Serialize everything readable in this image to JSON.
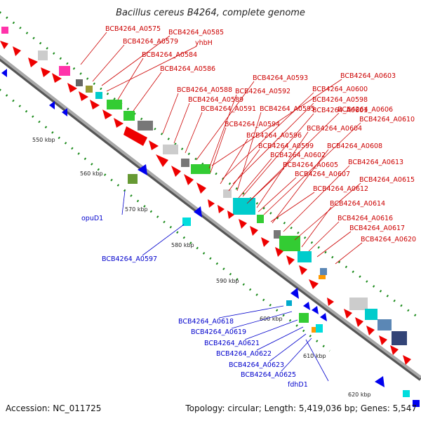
{
  "title": "Bacillus cereus B4264, complete genome",
  "footer": {
    "accession": "Accession: NC_011725",
    "topology": "Topology: circular; Length: 5,419,036 bp; Genes: 5,547"
  },
  "colors": {
    "backbone": "#8c8c8c",
    "plus_label": "#cc0000",
    "minus_label": "#0000cc",
    "tick_dots": "#1a8a1a"
  },
  "ticks": [
    {
      "label": "550 kbp"
    },
    {
      "label": "560 kbp"
    },
    {
      "label": "570 kbp"
    },
    {
      "label": "580 kbp"
    },
    {
      "label": "590 kbp"
    },
    {
      "label": "600 kbp"
    },
    {
      "label": "610 kbp"
    },
    {
      "label": "620 kbp"
    }
  ],
  "gene_labels_plus": [
    "BCB4264_A0575",
    "BCB4264_A0585",
    "BCB4264_A0579",
    "yhbH",
    "BCB4264_A0584",
    "BCB4264_A0586",
    "BCB4264_A0593",
    "BCB4264_A0603",
    "BCB4264_A0588",
    "BCB4264_A0592",
    "BCB4264_A0600",
    "BCB4264_A0589",
    "BCB4264_A0598",
    "BCB4264_A0591",
    "BCB4264_A0595",
    "BCB4264_A0601",
    "BCB4264_A0606",
    "BCB4264_A0594",
    "BCB4264_A0604",
    "BCB4264_A0610",
    "BCB4264_A0596",
    "BCB4264_A0599",
    "BCB4264_A0608",
    "BCB4264_A0602",
    "BCB4264_A0605",
    "BCB4264_A0613",
    "BCB4264_A0607",
    "BCB4264_A0615",
    "BCB4264_A0612",
    "BCB4264_A0614",
    "BCB4264_A0616",
    "BCB4264_A0617",
    "BCB4264_A0620"
  ],
  "gene_labels_minus": [
    "opuD1",
    "BCB4264_A0597",
    "BCB4264_A0618",
    "BCB4264_A0619",
    "BCB4264_A0621",
    "BCB4264_A0622",
    "BCB4264_A0623",
    "BCB4264_A0625",
    "fdhD1"
  ]
}
